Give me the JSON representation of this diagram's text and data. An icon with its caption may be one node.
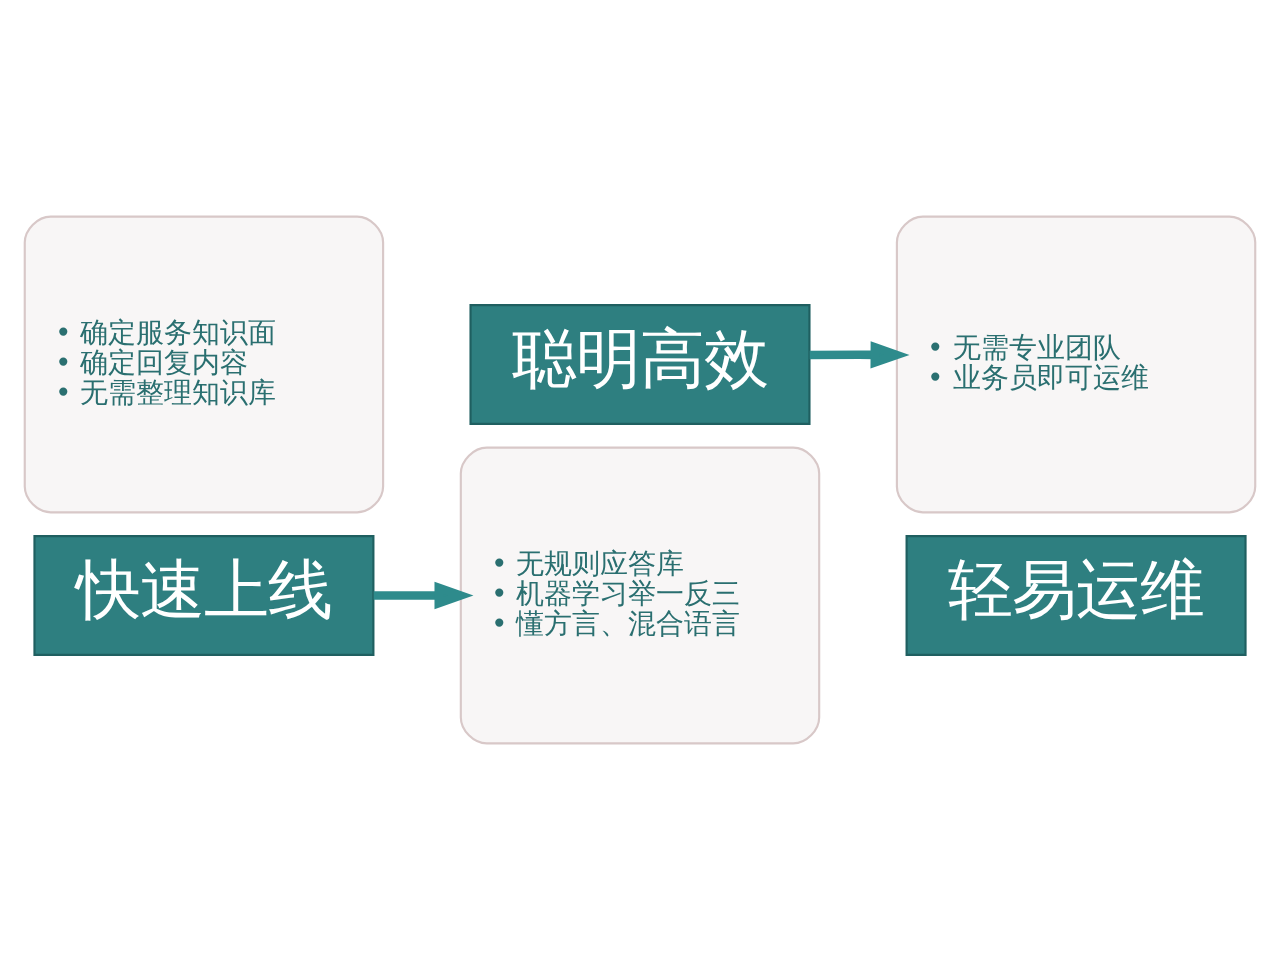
{
  "diagram": {
    "nodes": [
      {
        "text": [
          "• 确定服务知识面",
          "• 确定回复内容",
          "• 无需整理知识库"
        ]
      },
      {
        "text": [
          "快速上线"
        ]
      },
      {
        "text": [
          "聪明高效"
        ]
      },
      {
        "text": [
          "• 无规则应答库",
          "• 机器学习举一反三",
          "• 懂方言、混合语言"
        ]
      },
      {
        "text": [
          "• 无需专业团队",
          "• 业务员即可运维"
        ]
      },
      {
        "text": [
          "轻易运维"
        ]
      }
    ],
    "edges": [
      {
        "from": 1,
        "to": 3,
        "arrow": "to"
      },
      {
        "from": 2,
        "to": 4,
        "arrow": "to"
      }
    ]
  }
}
